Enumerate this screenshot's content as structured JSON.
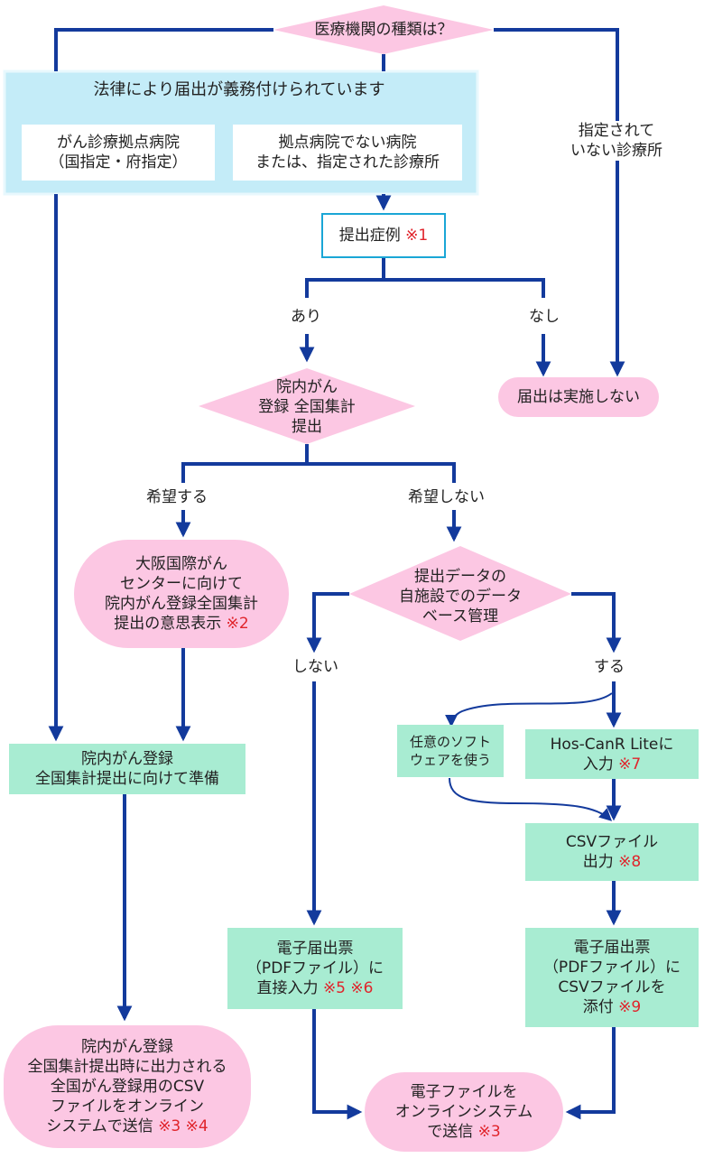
{
  "question_top": "医療機関の種類は？",
  "legal_group": {
    "title": "法律により届出が義務付けられています",
    "box_left": [
      "がん診療拠点病院",
      "（国指定・府指定）"
    ],
    "box_right": [
      "拠点病院でない病院",
      "または、指定された診療所"
    ]
  },
  "not_designated": [
    "指定されて",
    "いない診療所"
  ],
  "submit_cases": {
    "text": "提出症例",
    "note": "※1"
  },
  "label_ari": "あり",
  "label_nashi": "なし",
  "no_report": "届出は実施しない",
  "decision_national": [
    "院内がん",
    "登録 全国集計",
    "提出"
  ],
  "label_kibou_suru": "希望する",
  "label_kibou_shinai": "希望しない",
  "osaka_box": {
    "lines": [
      "大阪国際がん",
      "センターに向けて",
      "院内がん登録全国集計",
      "提出の意思表示"
    ],
    "note": "※2"
  },
  "decision_db": [
    "提出データの",
    "自施設でのデータ",
    "ベース管理"
  ],
  "label_shinai": "しない",
  "label_suru": "する",
  "prepare_box": [
    "院内がん登録",
    "全国集計提出に向けて準備"
  ],
  "software_box": [
    "任意のソフト",
    "ウェアを使う"
  ],
  "hoscanr_box": {
    "lines": [
      "Hos-CanR Liteに",
      "入力"
    ],
    "note": "※7"
  },
  "csv_box": {
    "lines": [
      "CSVファイル",
      "出力"
    ],
    "note": "※8"
  },
  "direct_box": {
    "lines": [
      "電子届出票",
      "（PDFファイル）に",
      "直接入力"
    ],
    "note": "※5 ※6"
  },
  "attach_box": {
    "lines": [
      "電子届出票",
      "（PDFファイル）に",
      "CSVファイルを",
      "添付"
    ],
    "note": "※9"
  },
  "online_left": {
    "lines": [
      "院内がん登録",
      "全国集計提出時に出力される",
      "全国がん登録用のCSV",
      "ファイルをオンライン",
      "システムで送信"
    ],
    "note": "※3 ※4"
  },
  "online_right": {
    "lines": [
      "電子ファイルを",
      "オンラインシステム",
      "で送信"
    ],
    "note": "※3"
  },
  "colors": {
    "arrow": "#133a9c",
    "green": "#a8ecd2",
    "pink": "#fcc7e3",
    "blue_panel": "#c4ecf8",
    "red_note": "#e0242b"
  }
}
